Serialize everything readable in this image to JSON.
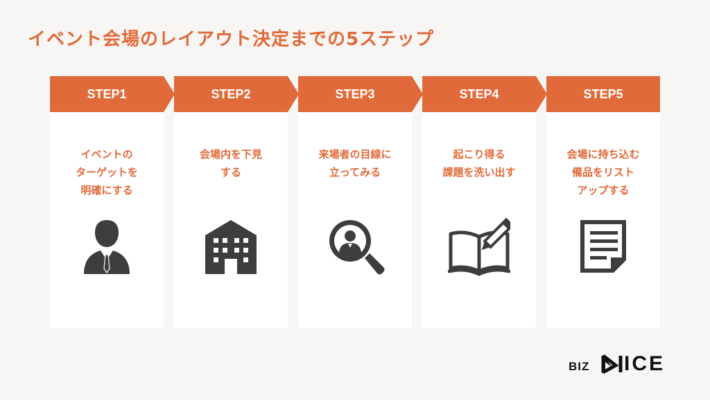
{
  "title": "イベント会場のレイアウト決定までの5ステップ",
  "steps": [
    {
      "label": "STEP1",
      "text": "イベントの\nターゲットを\n明確にする",
      "icon": "businessman-icon"
    },
    {
      "label": "STEP2",
      "text": "会場内を下見\nする",
      "icon": "building-icon"
    },
    {
      "label": "STEP3",
      "text": "来場者の目線に\n立ってみる",
      "icon": "magnifier-person-icon"
    },
    {
      "label": "STEP4",
      "text": "起こり得る\n課題を洗い出す",
      "icon": "notebook-pen-icon"
    },
    {
      "label": "STEP5",
      "text": "会場に持ち込む\n備品をリスト\nアップする",
      "icon": "checklist-document-icon"
    }
  ],
  "brand": {
    "biz": "BIZ",
    "logo": "ICE"
  },
  "colors": {
    "accent": "#e06a39",
    "icon": "#3d3d3d",
    "background": "#f8f6f4"
  }
}
